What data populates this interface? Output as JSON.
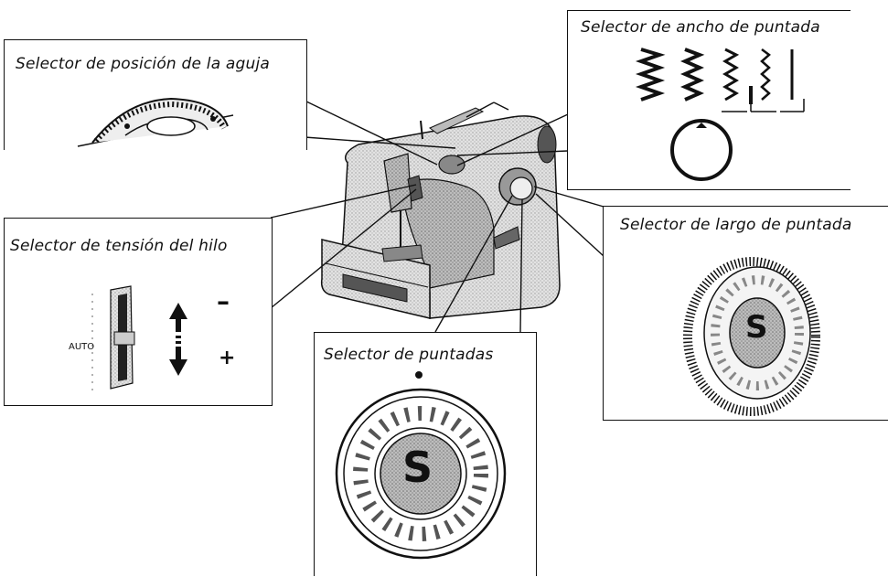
{
  "labels": {
    "needle_position": "Selector de posición de la aguja",
    "stitch_width": "Selector de ancho de puntada",
    "thread_tension": "Selector de tensión del hilo",
    "stitch_length": "Selector de largo de puntada",
    "stitch_selector": "Selector de puntadas"
  },
  "tension": {
    "auto_label": "AUTO",
    "minus": "–",
    "plus": "+"
  },
  "dial_letter": "S",
  "colors": {
    "line": "#111111",
    "machine_fill": "#d6d6d6",
    "dial_fill": "#c8c8c8"
  }
}
